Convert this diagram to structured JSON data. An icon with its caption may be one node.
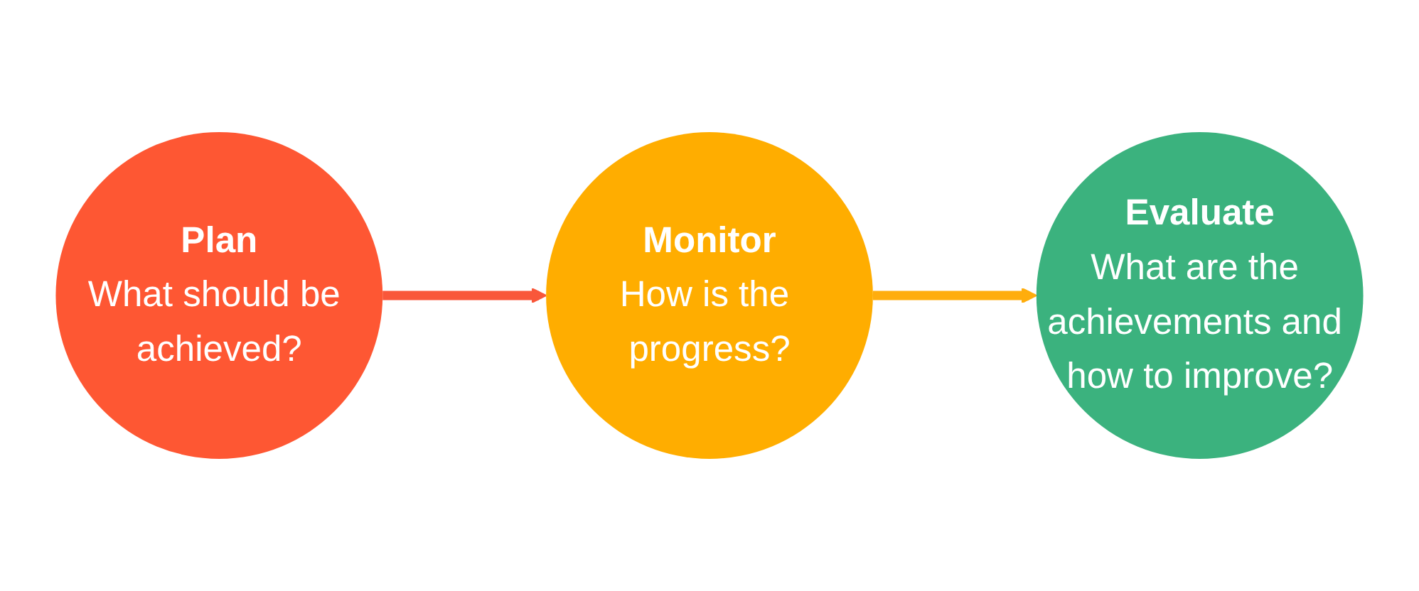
{
  "diagram": {
    "nodes": [
      {
        "text": [
          "Plan",
          "What should be achieved?"
        ]
      },
      {
        "text": [
          "Monitor",
          "How is the progress?"
        ]
      },
      {
        "text": [
          "Evaluate",
          "What are the achievements and how to improve?"
        ]
      }
    ],
    "edges": [
      {
        "from": 0,
        "to": 1,
        "arrow": "to",
        "color": "#f9573a"
      },
      {
        "from": 1,
        "to": 2,
        "arrow": "to",
        "color": "#ffad0d"
      }
    ]
  }
}
